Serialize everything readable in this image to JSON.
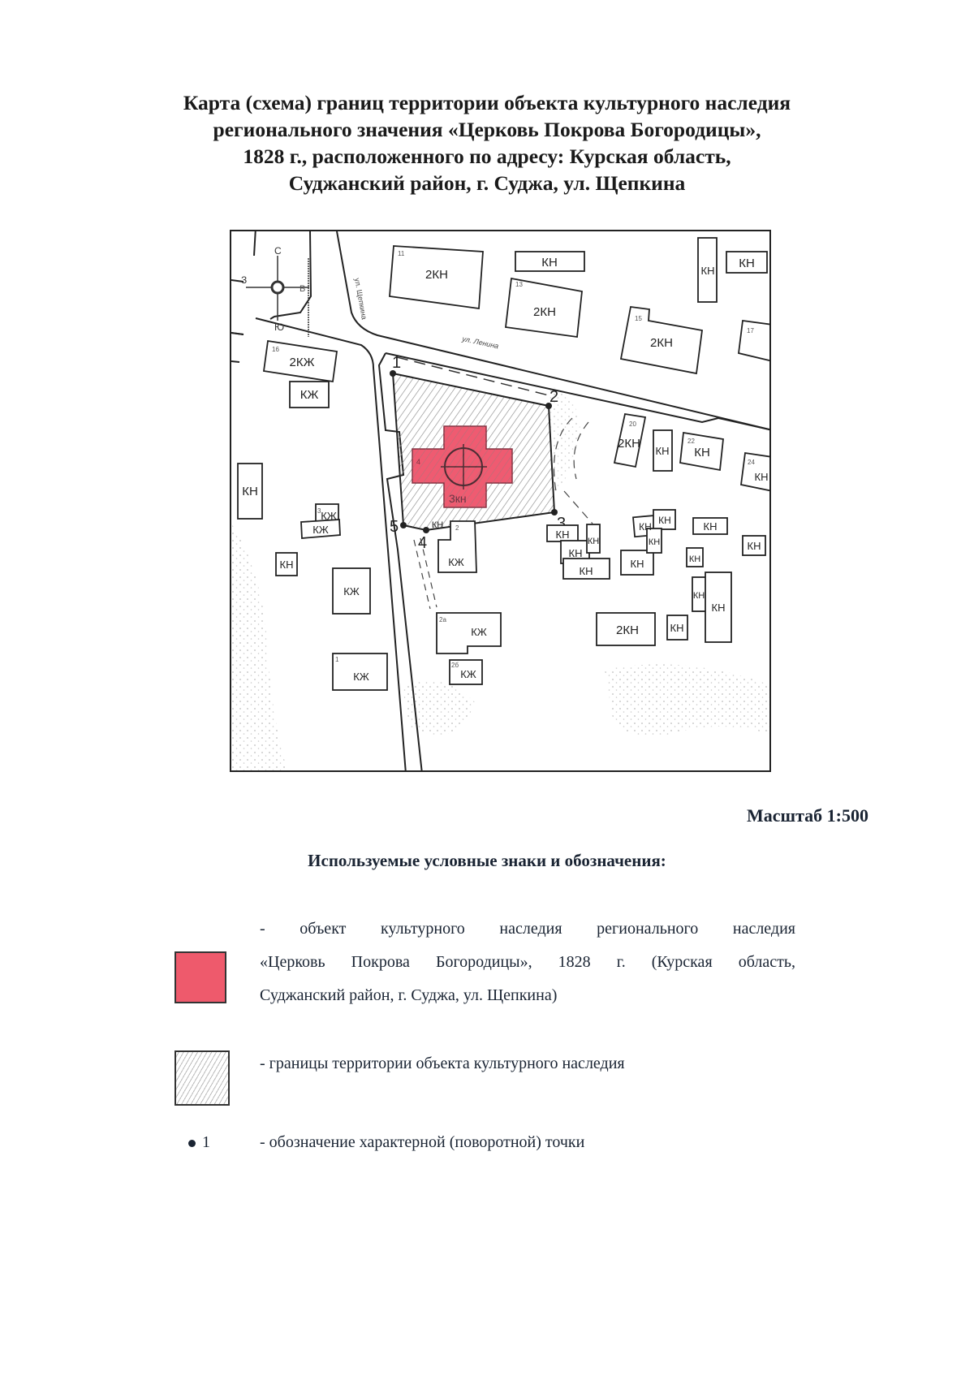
{
  "title": {
    "lines": [
      "Карта (схема) границ территории объекта культурного наследия",
      "регионального значения «Церковь Покрова Богородицы»,",
      "1828 г., расположенного по адресу: Курская область,",
      "Суджанский район, г. Суджа, ул. Щепкина"
    ]
  },
  "map": {
    "compass": {
      "north": "С",
      "south": "Ю",
      "west": "З",
      "east": "В"
    },
    "streets": {
      "shchepkina": "ул. Щепкина",
      "lenina": "ул. Ленина"
    },
    "object_label": "3кн",
    "object_number": "4",
    "points": [
      "1",
      "2",
      "3",
      "4",
      "5"
    ],
    "colors": {
      "object": "#ee5a6c",
      "frame": "#222222",
      "hatch": "#9a9a9a"
    },
    "buildings": [
      {
        "num": "11",
        "label": "2КН"
      },
      {
        "num": "",
        "label": "КН"
      },
      {
        "num": "13",
        "label": "2КН"
      },
      {
        "num": "15",
        "label": "2КН"
      },
      {
        "num": "",
        "label": "КН"
      },
      {
        "num": "",
        "label": "КН"
      },
      {
        "num": "17",
        "label": ""
      },
      {
        "num": "16",
        "label": "2КЖ"
      },
      {
        "num": "",
        "label": "КЖ"
      },
      {
        "num": "20",
        "label": "2КН"
      },
      {
        "num": "",
        "label": "КН"
      },
      {
        "num": "22",
        "label": "КН"
      },
      {
        "num": "24",
        "label": "КН"
      },
      {
        "num": "",
        "label": "КН"
      },
      {
        "num": "3",
        "label": "КЖ"
      },
      {
        "num": "",
        "label": "КЖ"
      },
      {
        "num": "",
        "label": "КН"
      },
      {
        "num": "2",
        "label": "КЖ"
      },
      {
        "num": "",
        "label": "КН"
      },
      {
        "num": "",
        "label": "КН"
      },
      {
        "num": "",
        "label": "КЖ"
      },
      {
        "num": "2а",
        "label": "КЖ"
      },
      {
        "num": "1",
        "label": "КЖ"
      },
      {
        "num": "2б",
        "label": "КЖ"
      },
      {
        "num": "",
        "label": "2КН"
      }
    ]
  },
  "scale": "Масштаб 1:500",
  "legend": {
    "title": "Используемые условные знаки и обозначения:",
    "items": [
      {
        "symbol": "red-square",
        "lines": [
          "- объект культурного наследия регионального наследия",
          "«Церковь Покрова Богородицы», 1828 г. (Курская область,",
          "Суджанский район, г. Суджа, ул. Щепкина)"
        ]
      },
      {
        "symbol": "hatched-square",
        "text": "- границы территории объекта культурного наследия"
      },
      {
        "symbol": "point",
        "point_label": "1",
        "text": "- обозначение характерной (поворотной) точки"
      }
    ]
  }
}
